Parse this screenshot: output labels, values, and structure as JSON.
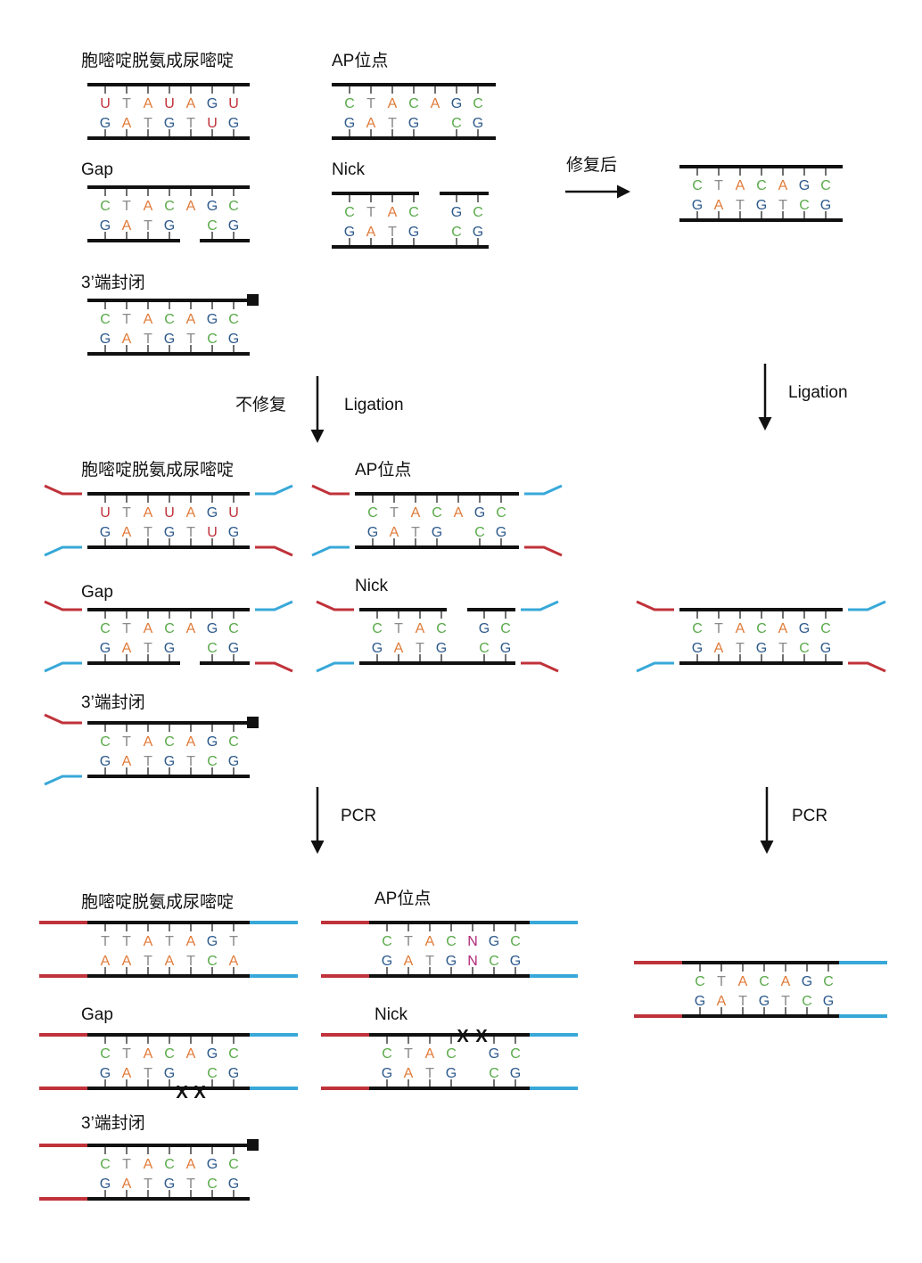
{
  "colors": {
    "C": "#5aaa4a",
    "T": "#8a8a8a",
    "A": "#e07a38",
    "G": "#2e5a8c",
    "U": "#c0323a",
    "N": "#b0297a",
    "adapter_red": "#c0323a",
    "adapter_blue": "#38a8d8",
    "strand": "#111111"
  },
  "labels": {
    "uracil": "胞嘧啶脱氨成尿嘧啶",
    "ap": "AP位点",
    "gap": "Gap",
    "nick": "Nick",
    "block": "3’端封闭"
  },
  "arrows": {
    "repaired": "修复后",
    "not_repaired": "不修复",
    "ligation": "Ligation",
    "pcr": "PCR"
  },
  "marks": {
    "break": "X"
  },
  "sequences": {
    "uracil_top": [
      "U",
      "T",
      "A",
      "U",
      "A",
      "G",
      "U"
    ],
    "uracil_bot": [
      "G",
      "A",
      "T",
      "G",
      "T",
      "U",
      "G"
    ],
    "ap_top": [
      "C",
      "T",
      "A",
      "C",
      "A",
      "G",
      "C"
    ],
    "ap_bot": [
      "G",
      "A",
      "T",
      "G",
      "",
      "C",
      "G"
    ],
    "gap_top": [
      "C",
      "T",
      "A",
      "C",
      "A",
      "G",
      "C"
    ],
    "gap_bot": [
      "G",
      "A",
      "T",
      "G",
      "",
      "C",
      "G"
    ],
    "nick_top": [
      "C",
      "T",
      "A",
      "C",
      "",
      "G",
      "C"
    ],
    "nick_bot": [
      "G",
      "A",
      "T",
      "G",
      "",
      "C",
      "G"
    ],
    "normal_top": [
      "C",
      "T",
      "A",
      "C",
      "A",
      "G",
      "C"
    ],
    "normal_bot": [
      "G",
      "A",
      "T",
      "G",
      "T",
      "C",
      "G"
    ],
    "pcr_uracil_top": [
      "T",
      "T",
      "A",
      "T",
      "A",
      "G",
      "T"
    ],
    "pcr_uracil_bot": [
      "A",
      "A",
      "T",
      "A",
      "T",
      "C",
      "A"
    ],
    "pcr_ap_top": [
      "C",
      "T",
      "A",
      "C",
      "N",
      "G",
      "C"
    ],
    "pcr_ap_bot": [
      "G",
      "A",
      "T",
      "G",
      "N",
      "C",
      "G"
    ]
  }
}
